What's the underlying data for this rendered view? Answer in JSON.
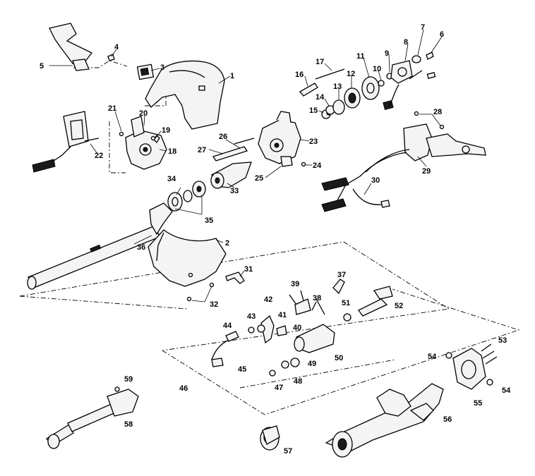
{
  "callouts": [
    {
      "id": "1",
      "label": "1"
    },
    {
      "id": "2",
      "label": "2"
    },
    {
      "id": "3",
      "label": "3"
    },
    {
      "id": "4",
      "label": "4"
    },
    {
      "id": "5",
      "label": "5"
    },
    {
      "id": "6",
      "label": "6"
    },
    {
      "id": "7",
      "label": "7"
    },
    {
      "id": "8",
      "label": "8"
    },
    {
      "id": "9",
      "label": "9"
    },
    {
      "id": "10",
      "label": "10"
    },
    {
      "id": "11",
      "label": "11"
    },
    {
      "id": "12",
      "label": "12"
    },
    {
      "id": "13",
      "label": "13"
    },
    {
      "id": "14",
      "label": "14"
    },
    {
      "id": "15",
      "label": "15"
    },
    {
      "id": "16",
      "label": "16"
    },
    {
      "id": "17",
      "label": "17"
    },
    {
      "id": "18",
      "label": "18"
    },
    {
      "id": "19",
      "label": "19"
    },
    {
      "id": "20",
      "label": "20"
    },
    {
      "id": "21",
      "label": "21"
    },
    {
      "id": "22",
      "label": "22"
    },
    {
      "id": "23",
      "label": "23"
    },
    {
      "id": "24",
      "label": "24"
    },
    {
      "id": "25",
      "label": "25"
    },
    {
      "id": "26",
      "label": "26"
    },
    {
      "id": "27",
      "label": "27"
    },
    {
      "id": "28",
      "label": "28"
    },
    {
      "id": "29",
      "label": "29"
    },
    {
      "id": "30",
      "label": "30"
    },
    {
      "id": "31",
      "label": "31"
    },
    {
      "id": "32",
      "label": "32"
    },
    {
      "id": "33",
      "label": "33"
    },
    {
      "id": "34",
      "label": "34"
    },
    {
      "id": "35",
      "label": "35"
    },
    {
      "id": "36",
      "label": "36"
    },
    {
      "id": "37",
      "label": "37"
    },
    {
      "id": "38",
      "label": "38"
    },
    {
      "id": "39",
      "label": "39"
    },
    {
      "id": "40",
      "label": "40"
    },
    {
      "id": "41",
      "label": "41"
    },
    {
      "id": "42",
      "label": "42"
    },
    {
      "id": "43",
      "label": "43"
    },
    {
      "id": "44",
      "label": "44"
    },
    {
      "id": "45",
      "label": "45"
    },
    {
      "id": "46",
      "label": "46"
    },
    {
      "id": "47",
      "label": "47"
    },
    {
      "id": "48",
      "label": "48"
    },
    {
      "id": "49",
      "label": "49"
    },
    {
      "id": "50",
      "label": "50"
    },
    {
      "id": "51",
      "label": "51"
    },
    {
      "id": "52",
      "label": "52"
    },
    {
      "id": "53",
      "label": "53"
    },
    {
      "id": "54a",
      "label": "54"
    },
    {
      "id": "54b",
      "label": "54"
    },
    {
      "id": "55",
      "label": "55"
    },
    {
      "id": "56",
      "label": "56"
    },
    {
      "id": "57",
      "label": "57"
    },
    {
      "id": "58",
      "label": "58"
    },
    {
      "id": "59",
      "label": "59"
    }
  ]
}
